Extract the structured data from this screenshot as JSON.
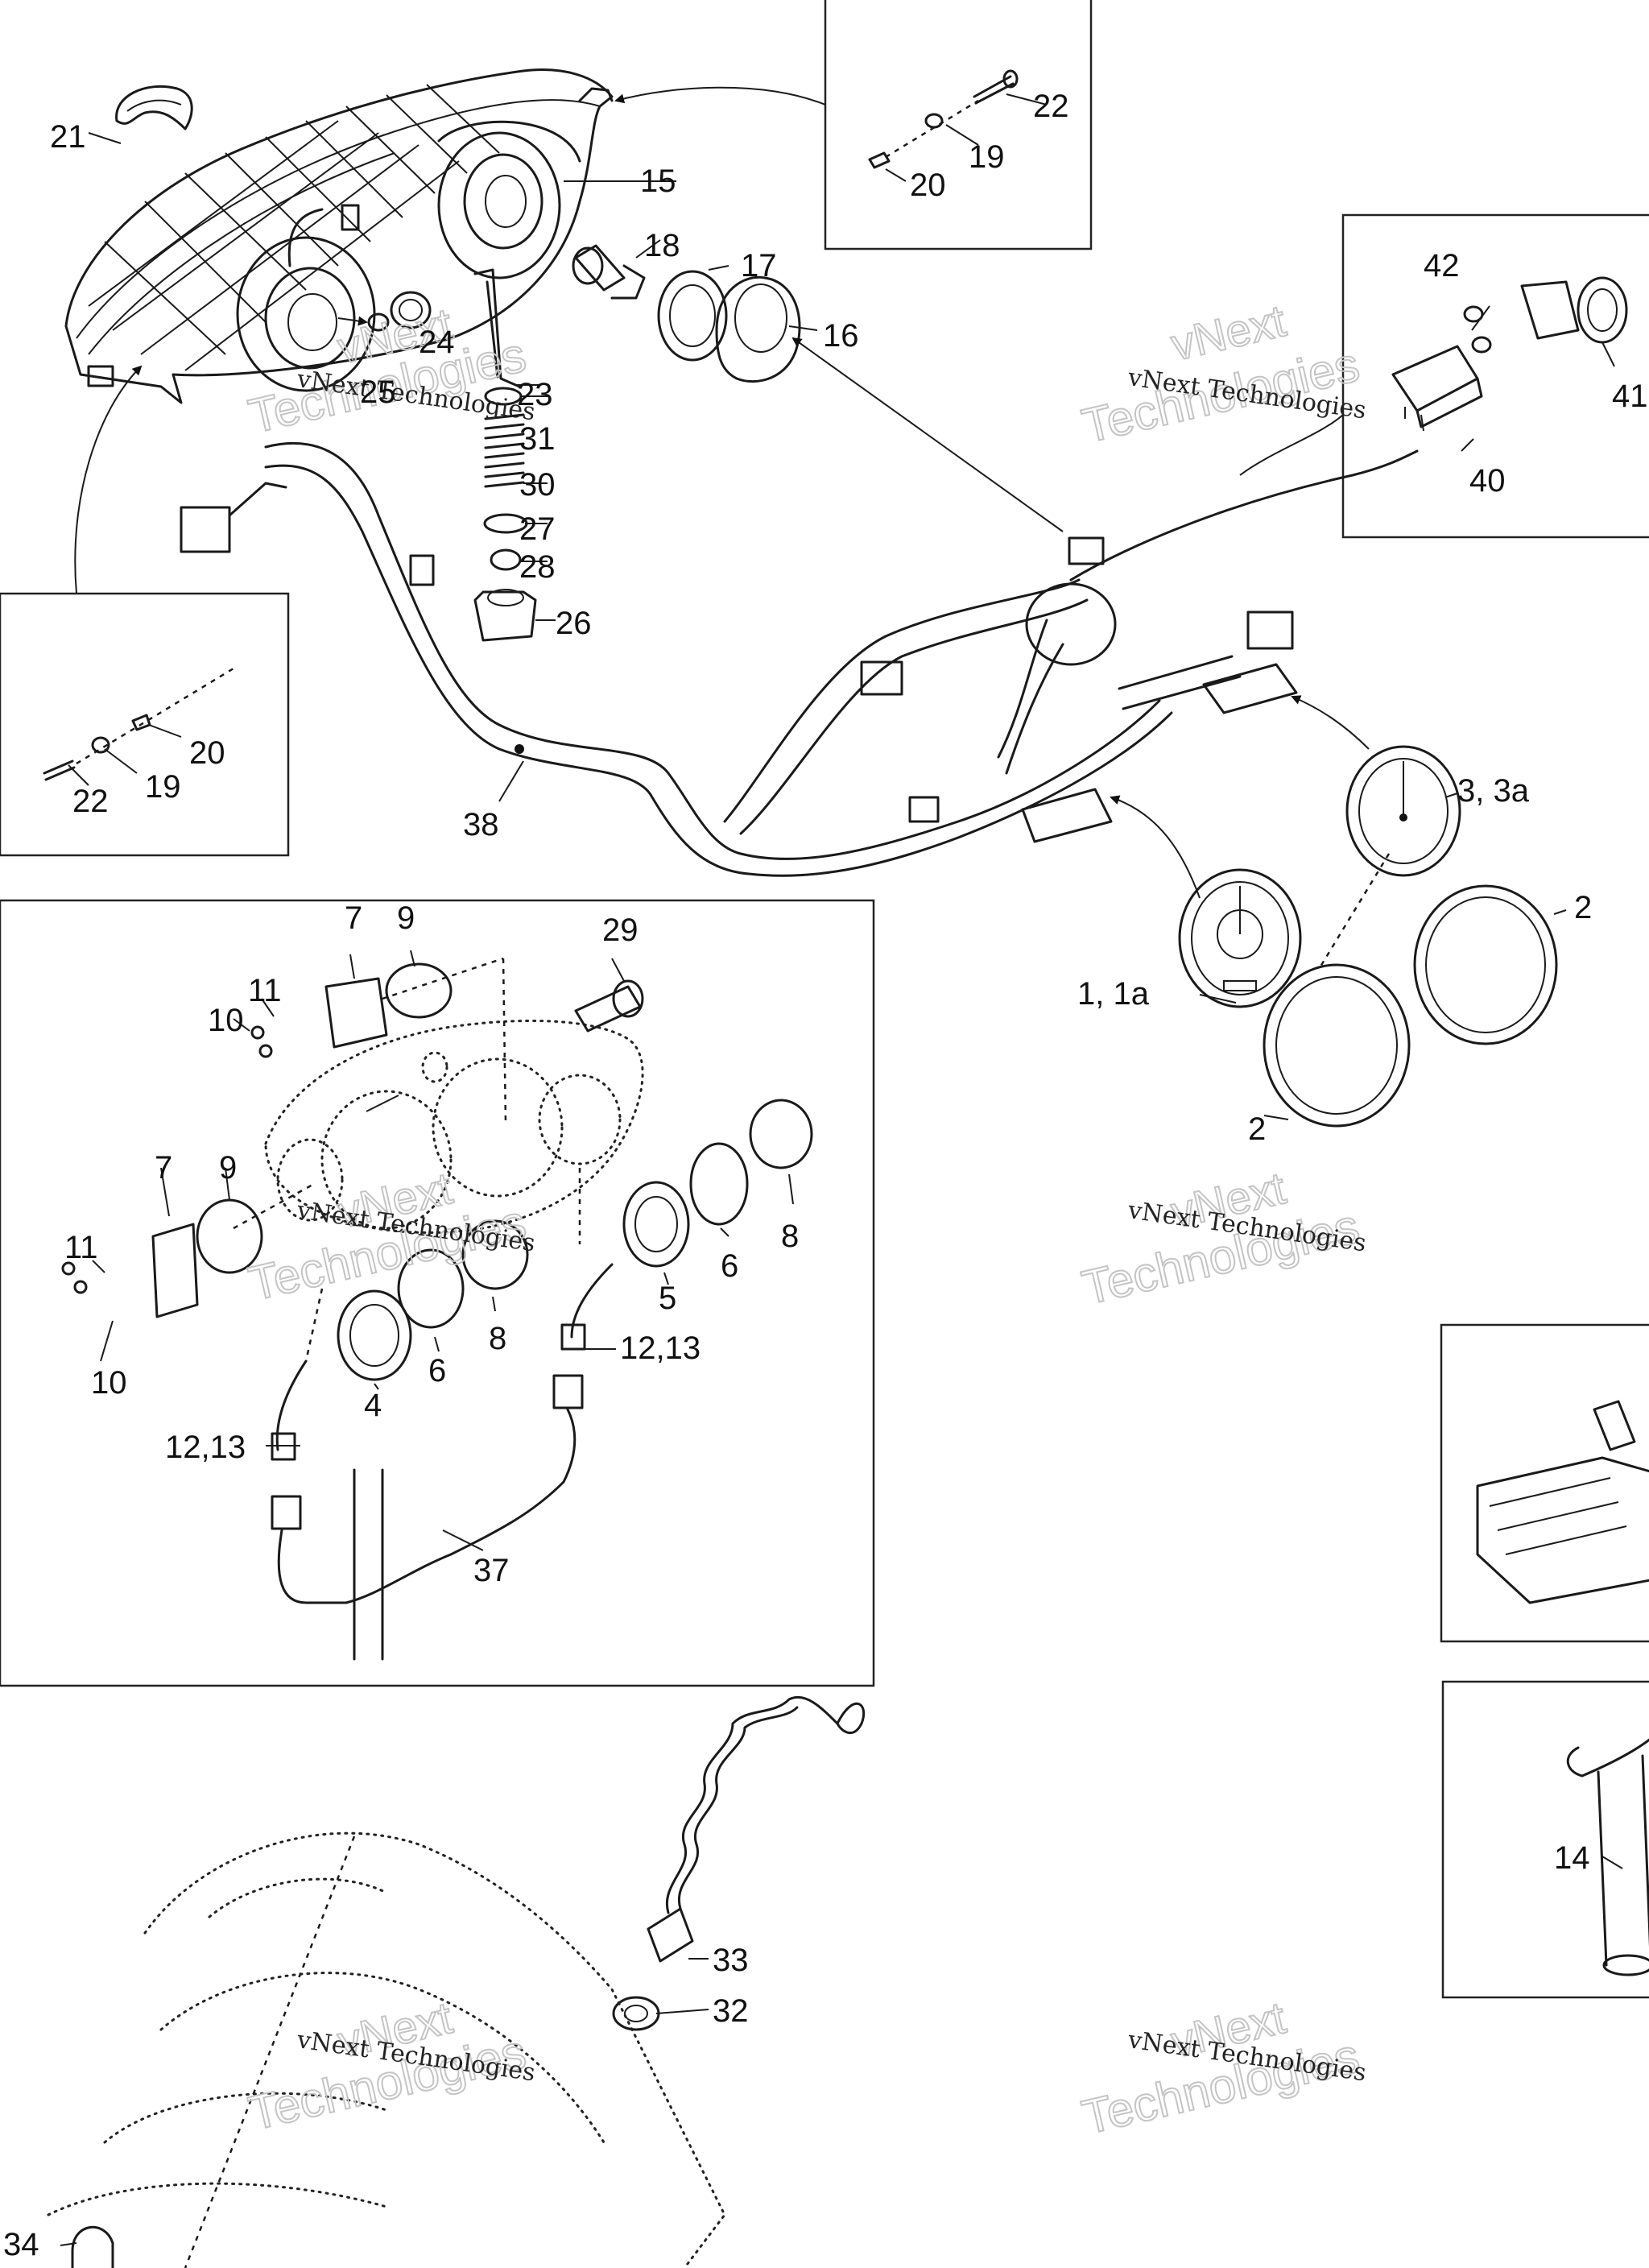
{
  "callouts": {
    "c1": "1, 1a",
    "c2a": "2",
    "c2b": "2",
    "c3": "3, 3a",
    "c4": "4",
    "c5": "5",
    "c6a": "6",
    "c6b": "6",
    "c7a": "7",
    "c7b": "7",
    "c8a": "8",
    "c8b": "8",
    "c9a": "9",
    "c9b": "9",
    "c10a": "10",
    "c10b": "10",
    "c11a": "11",
    "c11b": "11",
    "c12a": "12,13",
    "c12b": "12,13",
    "c14": "14",
    "c15": "15",
    "c16": "16",
    "c17": "17",
    "c18": "18",
    "c19a": "19",
    "c19b": "19",
    "c20a": "20",
    "c20b": "20",
    "c21": "21",
    "c22a": "22",
    "c22b": "22",
    "c23": "23",
    "c24": "24",
    "c25": "25",
    "c26": "26",
    "c27": "27",
    "c28": "28",
    "c29": "29",
    "c30": "30",
    "c31": "31",
    "c32": "32",
    "c33": "33",
    "c34": "34",
    "c37": "37",
    "c38": "38",
    "c40": "40",
    "c41": "41",
    "c42": "42"
  },
  "watermark": {
    "line1": "vNext Technologies",
    "line2a": "vNext",
    "line2b": "Technologies"
  }
}
